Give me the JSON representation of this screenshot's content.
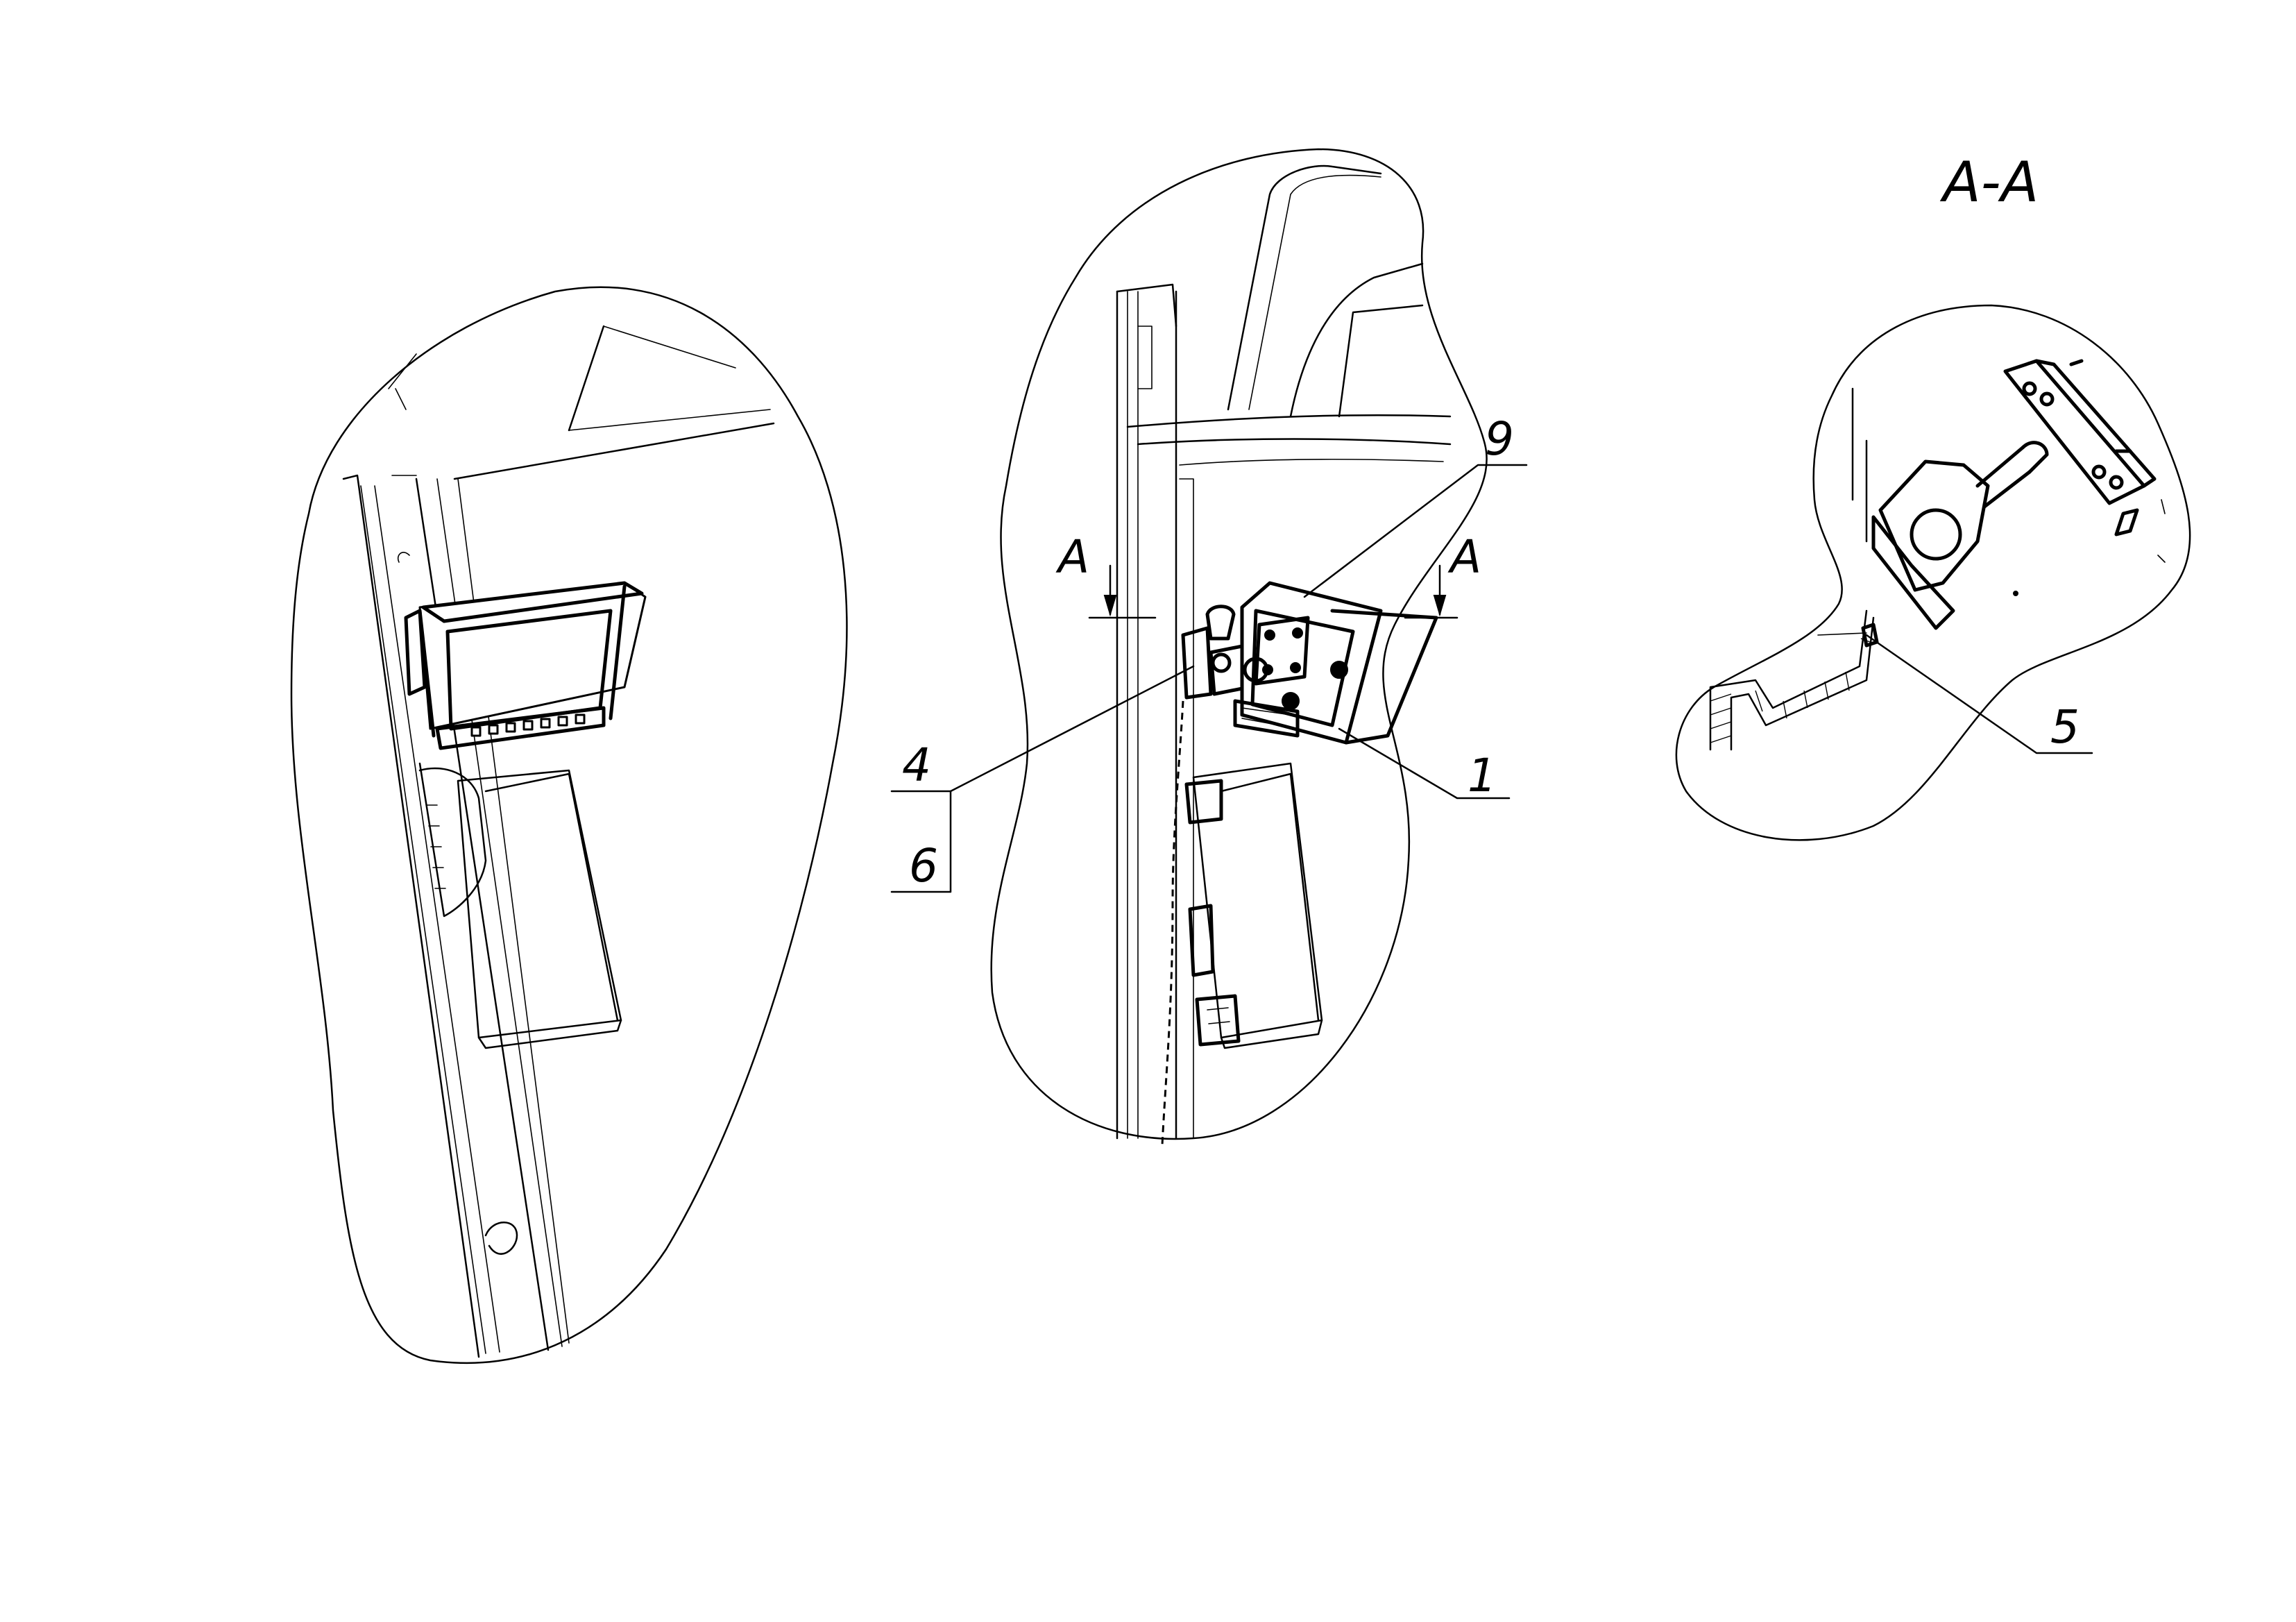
{
  "section_title": "A-A",
  "section_marker_left": "A",
  "section_marker_right": "A",
  "callouts": {
    "item_1": "1",
    "item_4": "4",
    "item_5": "5",
    "item_6": "6",
    "item_9": "9"
  },
  "colors": {
    "line": "#000000",
    "background": "#ffffff"
  }
}
